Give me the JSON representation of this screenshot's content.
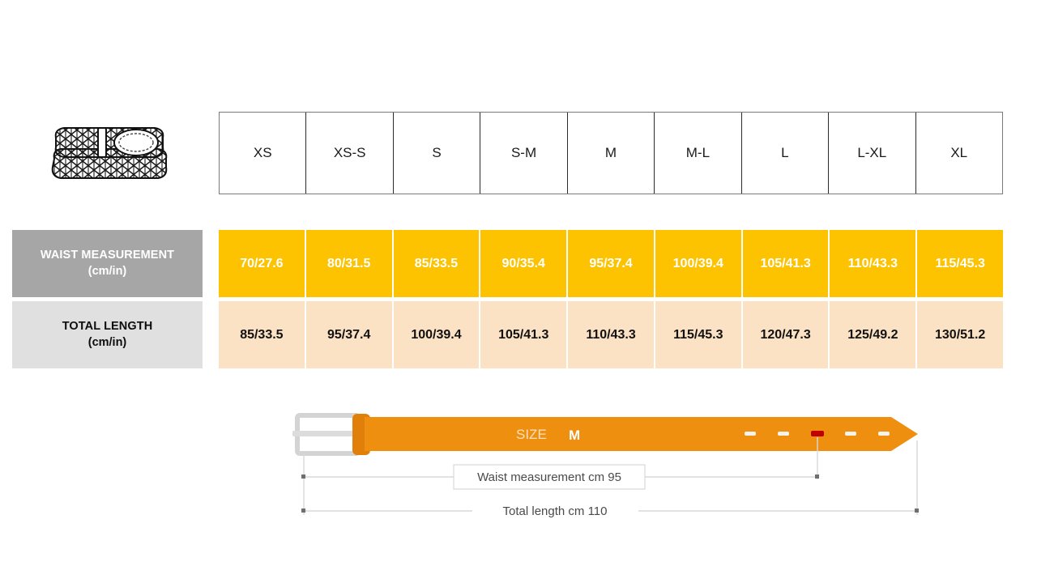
{
  "product_icon": {
    "name": "woven-belt-illustration",
    "alt": "Rolled braided belt"
  },
  "size_table": {
    "size_headers": [
      "XS",
      "XS-S",
      "S",
      "S-M",
      "M",
      "M-L",
      "L",
      "L-XL",
      "XL"
    ],
    "rows": [
      {
        "id": "waist",
        "label_main": "WAIST MEASUREMENT",
        "label_sub": "(cm/in)",
        "values": [
          "70/27.6",
          "80/31.5",
          "85/33.5",
          "90/35.4",
          "95/37.4",
          "100/39.4",
          "105/41.3",
          "110/43.3",
          "115/45.3"
        ]
      },
      {
        "id": "length",
        "label_main": "TOTAL LENGTH",
        "label_sub": "(cm/in)",
        "values": [
          "85/33.5",
          "95/37.4",
          "100/39.4",
          "105/41.3",
          "110/43.3",
          "115/45.3",
          "120/47.3",
          "125/49.2",
          "130/51.2"
        ]
      }
    ]
  },
  "belt_diagram": {
    "size_label": "SIZE",
    "size_value": "M",
    "waist_dimension_label": "Waist measurement cm 95",
    "total_length_dimension_label": "Total length cm 110",
    "holes_count": 5,
    "active_hole_index": 2
  },
  "colors": {
    "accent_orange": "#fdc300",
    "belt_orange": "#ef8f0f",
    "row_peach": "#fce2c4",
    "label_gray_dark": "#a6a6a6",
    "label_gray_light": "#e0e0e0",
    "active_hole_red": "#c00000",
    "buckle_gray": "#d9d9d9",
    "dimension_line_gray": "#d0d0d0"
  }
}
